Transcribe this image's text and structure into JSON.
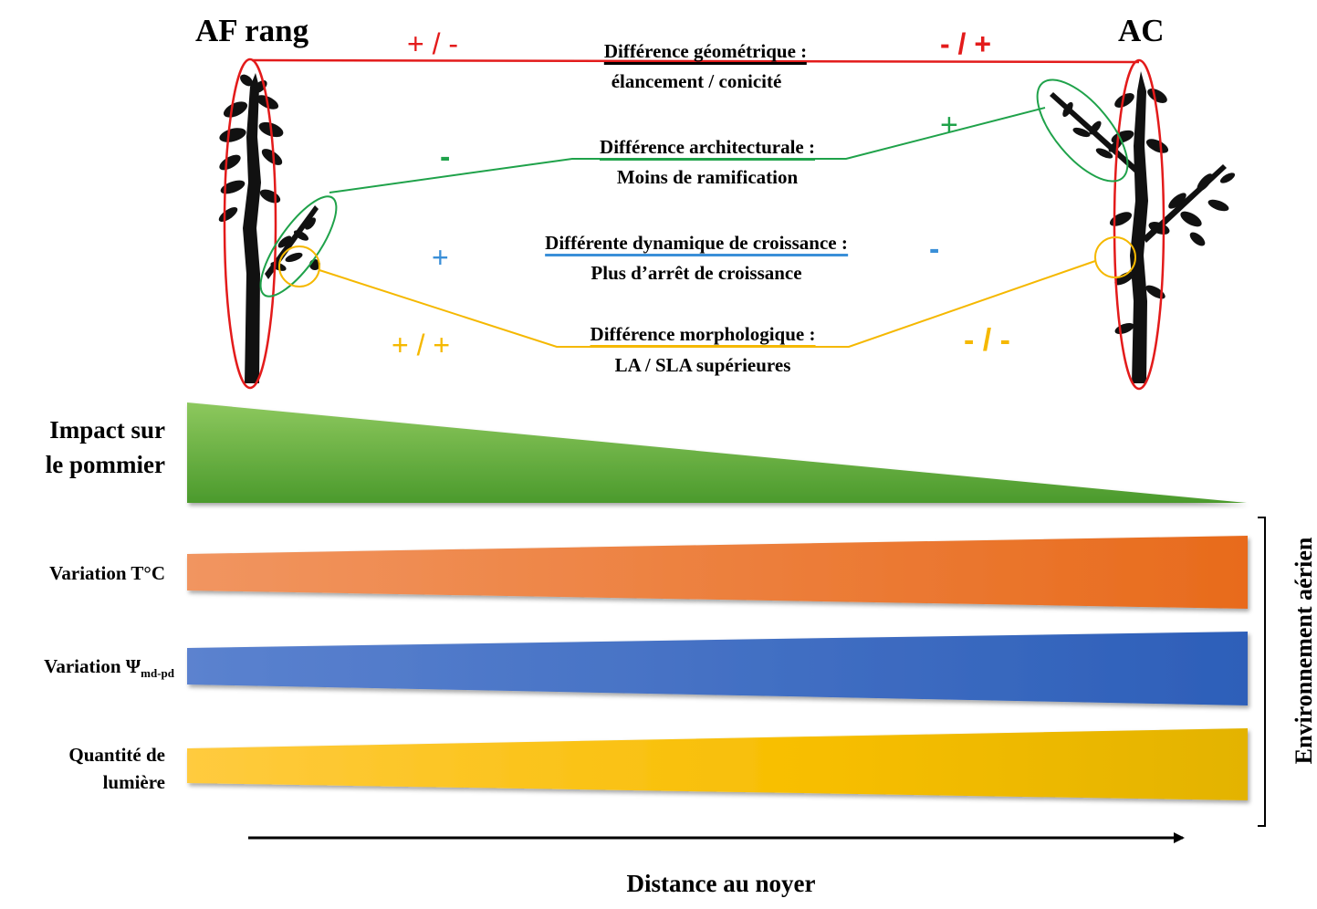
{
  "trees": {
    "left_label": "AF rang",
    "right_label": "AC"
  },
  "differences": [
    {
      "title": "Différence géométrique :",
      "detail": "élancement / conicité",
      "left_sign": "+ / -",
      "right_sign": "- / +",
      "color": "#e31b1b"
    },
    {
      "title": "Différence architecturale :",
      "detail": "Moins de ramification",
      "left_sign": "-",
      "right_sign": "+",
      "color": "#1fa24a"
    },
    {
      "title": "Différente dynamique de croissance :",
      "detail": "Plus d’arrêt de croissance",
      "left_sign": "+",
      "right_sign": "-",
      "color": "#3a8fd8"
    },
    {
      "title": "Différence morphologique :",
      "detail": "LA / SLA supérieures",
      "left_sign": "+ / +",
      "right_sign": "- / -",
      "color": "#f5b800"
    }
  ],
  "gradients": {
    "impact": {
      "label_line1": "Impact sur",
      "label_line2": "le pommier",
      "color": "#5faa3a"
    },
    "temperature": {
      "label": "Variation T°C",
      "color": "#eb7a2c"
    },
    "water_potential": {
      "label_main": "Variation Ψ",
      "label_sub": "md-pd",
      "color": "#3e6cc5"
    },
    "light": {
      "label_line1": "Quantité de",
      "label_line2": "lumière",
      "color": "#f6c000"
    }
  },
  "bracket_label": "Environnement aérien",
  "axis_label": "Distance au noyer"
}
